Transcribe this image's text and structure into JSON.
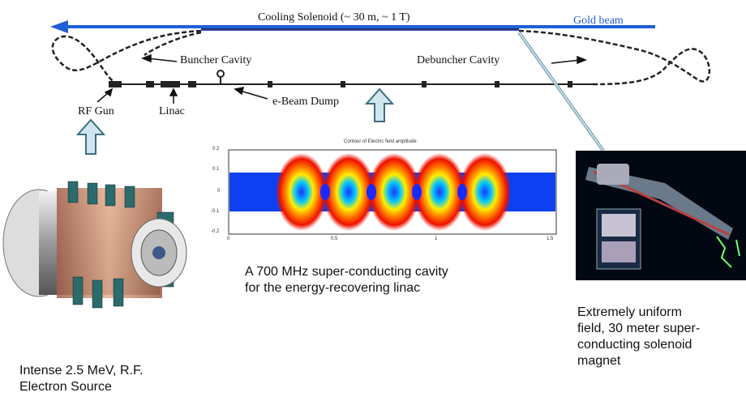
{
  "ring": {
    "title": "Cooling Solenoid (~ 30 m, ~ 1 T)",
    "gold_beam": "Gold beam",
    "buncher": "Buncher Cavity",
    "debuncher": "Debuncher Cavity",
    "rf_gun": "RF Gun",
    "linac": "Linac",
    "beam_dump": "e-Beam Dump"
  },
  "plot": {
    "title": "Contour of Electric field amplitude",
    "y_ticks": [
      "0.2",
      "0.1",
      "0",
      "-0.1",
      "-0.2"
    ],
    "x_ticks": [
      "0",
      "0.5",
      "1",
      "1.5"
    ]
  },
  "captions": {
    "cavity_line1": "A 700 MHz super-conducting cavity",
    "cavity_line2": "for the energy-recovering linac",
    "source_line1": "Intense 2.5 MeV, R.F.",
    "source_line2": "Electron Source",
    "magnet_line1": "Extremely uniform",
    "magnet_line2": "field, 30 meter super-",
    "magnet_line3": "conducting solenoid",
    "magnet_line4": "magnet"
  },
  "colors": {
    "gold_beam": "#1f5fd6",
    "beamline": "#222222",
    "arrow_fill": "#cfe6ee",
    "arrow_stroke": "#3d6e80"
  }
}
